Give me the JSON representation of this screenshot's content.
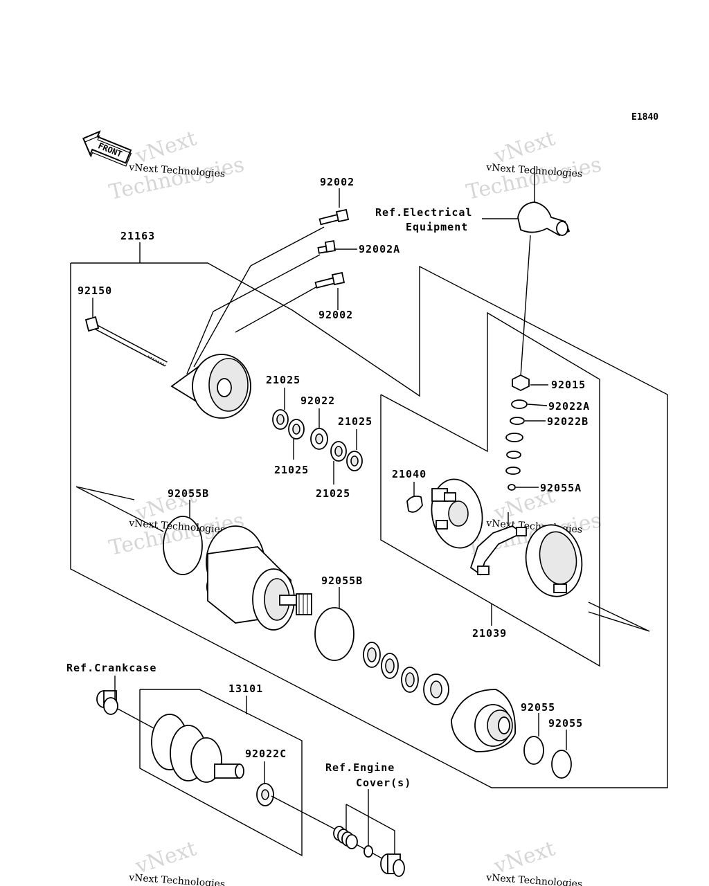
{
  "diagram_code": "E1840",
  "front_label": "FRONT",
  "watermark": {
    "line1": "vNext",
    "line2": "Technologies",
    "small": "vNext Technologies"
  },
  "labels": {
    "p92002_top": "92002",
    "p92002A": "92002A",
    "p92002_bottom": "92002",
    "p21163": "21163",
    "p92150": "92150",
    "ref_electrical_1": "Ref.Electrical",
    "ref_electrical_2": "Equipment",
    "p92015": "92015",
    "p92022A": "92022A",
    "p92022B": "92022B",
    "p92055A": "92055A",
    "p21025_a": "21025",
    "p92022": "92022",
    "p21025_b": "21025",
    "p21025_c": "21025",
    "p21025_d": "21025",
    "p21040": "21040",
    "p92055B_left": "92055B",
    "p92055B_mid": "92055B",
    "p21039": "21039",
    "ref_crankcase": "Ref.Crankcase",
    "p13101": "13101",
    "p92022C": "92022C",
    "ref_engine_1": "Ref.Engine",
    "ref_engine_2": "Cover(s)",
    "p92055_a": "92055",
    "p92055_b": "92055"
  }
}
